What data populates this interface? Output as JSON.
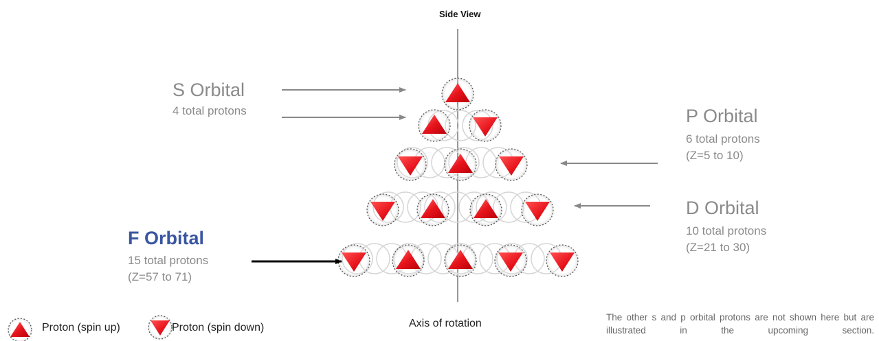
{
  "title": "Side View",
  "orbitals": [
    {
      "id": "s",
      "name": "S Orbital",
      "lines": [
        "4 total protons"
      ]
    },
    {
      "id": "p",
      "name": "P Orbital",
      "lines": [
        "6 total protons",
        "(Z=5 to 10)"
      ]
    },
    {
      "id": "d",
      "name": "D Orbital",
      "lines": [
        "10 total protons",
        "(Z=21 to 30)"
      ]
    },
    {
      "id": "f",
      "name": "F Orbital",
      "lines": [
        "15 total protons",
        "(Z=57 to 71)"
      ],
      "highlight_color": "#3a56a0"
    }
  ],
  "axis_label": "Axis of rotation",
  "legend": [
    {
      "label": "Proton (spin up)",
      "icon": "spin-up-triangle-icon"
    },
    {
      "label": "Proton (spin down)",
      "icon": "spin-down-triangle-icon"
    }
  ],
  "note": "The other s and p orbital protons are not shown here but are illustrated in the upcoming section.",
  "rows": [
    {
      "orbital": "s",
      "protons": [
        "up"
      ]
    },
    {
      "orbital": "s",
      "protons": [
        "up",
        "down"
      ]
    },
    {
      "orbital": "p",
      "protons": [
        "down",
        "up",
        "down"
      ]
    },
    {
      "orbital": "d",
      "protons": [
        "down",
        "up",
        "up",
        "down"
      ]
    },
    {
      "orbital": "f",
      "protons": [
        "down",
        "up",
        "up",
        "down",
        "down"
      ]
    }
  ],
  "colors": {
    "proton_fill": "#e8141c",
    "label_gray": "#8a8a8a",
    "f_highlight": "#3a56a0",
    "arrow_gray": "#888888",
    "arrow_black": "#000000"
  }
}
